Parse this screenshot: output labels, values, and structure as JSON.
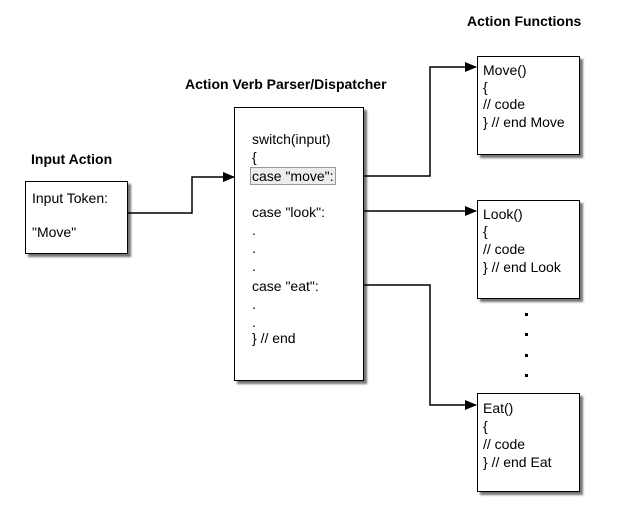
{
  "headings": {
    "action_functions": "Action Functions",
    "parser": "Action Verb Parser/Dispatcher",
    "input_action": "Input Action"
  },
  "input_box": {
    "line1": "Input Token:",
    "line2": "\"Move\""
  },
  "dispatcher": {
    "switch_line": "switch(input)",
    "open_brace": "{",
    "case_move": "case \"move\":",
    "case_look": "case \"look\":",
    "dots_after_look": [
      ".",
      ".",
      "."
    ],
    "case_eat": "case \"eat\":",
    "dots_after_eat": [
      ".",
      "."
    ],
    "end_line": "} // end"
  },
  "functions": [
    {
      "name": "Move()",
      "open": "{",
      "body": "// code",
      "end": "} // end Move"
    },
    {
      "name": "Look()",
      "open": "{",
      "body": "// code",
      "end": "} // end Look"
    },
    {
      "name": "Eat()",
      "open": "{",
      "body": "// code",
      "end": "} // end Eat"
    }
  ]
}
